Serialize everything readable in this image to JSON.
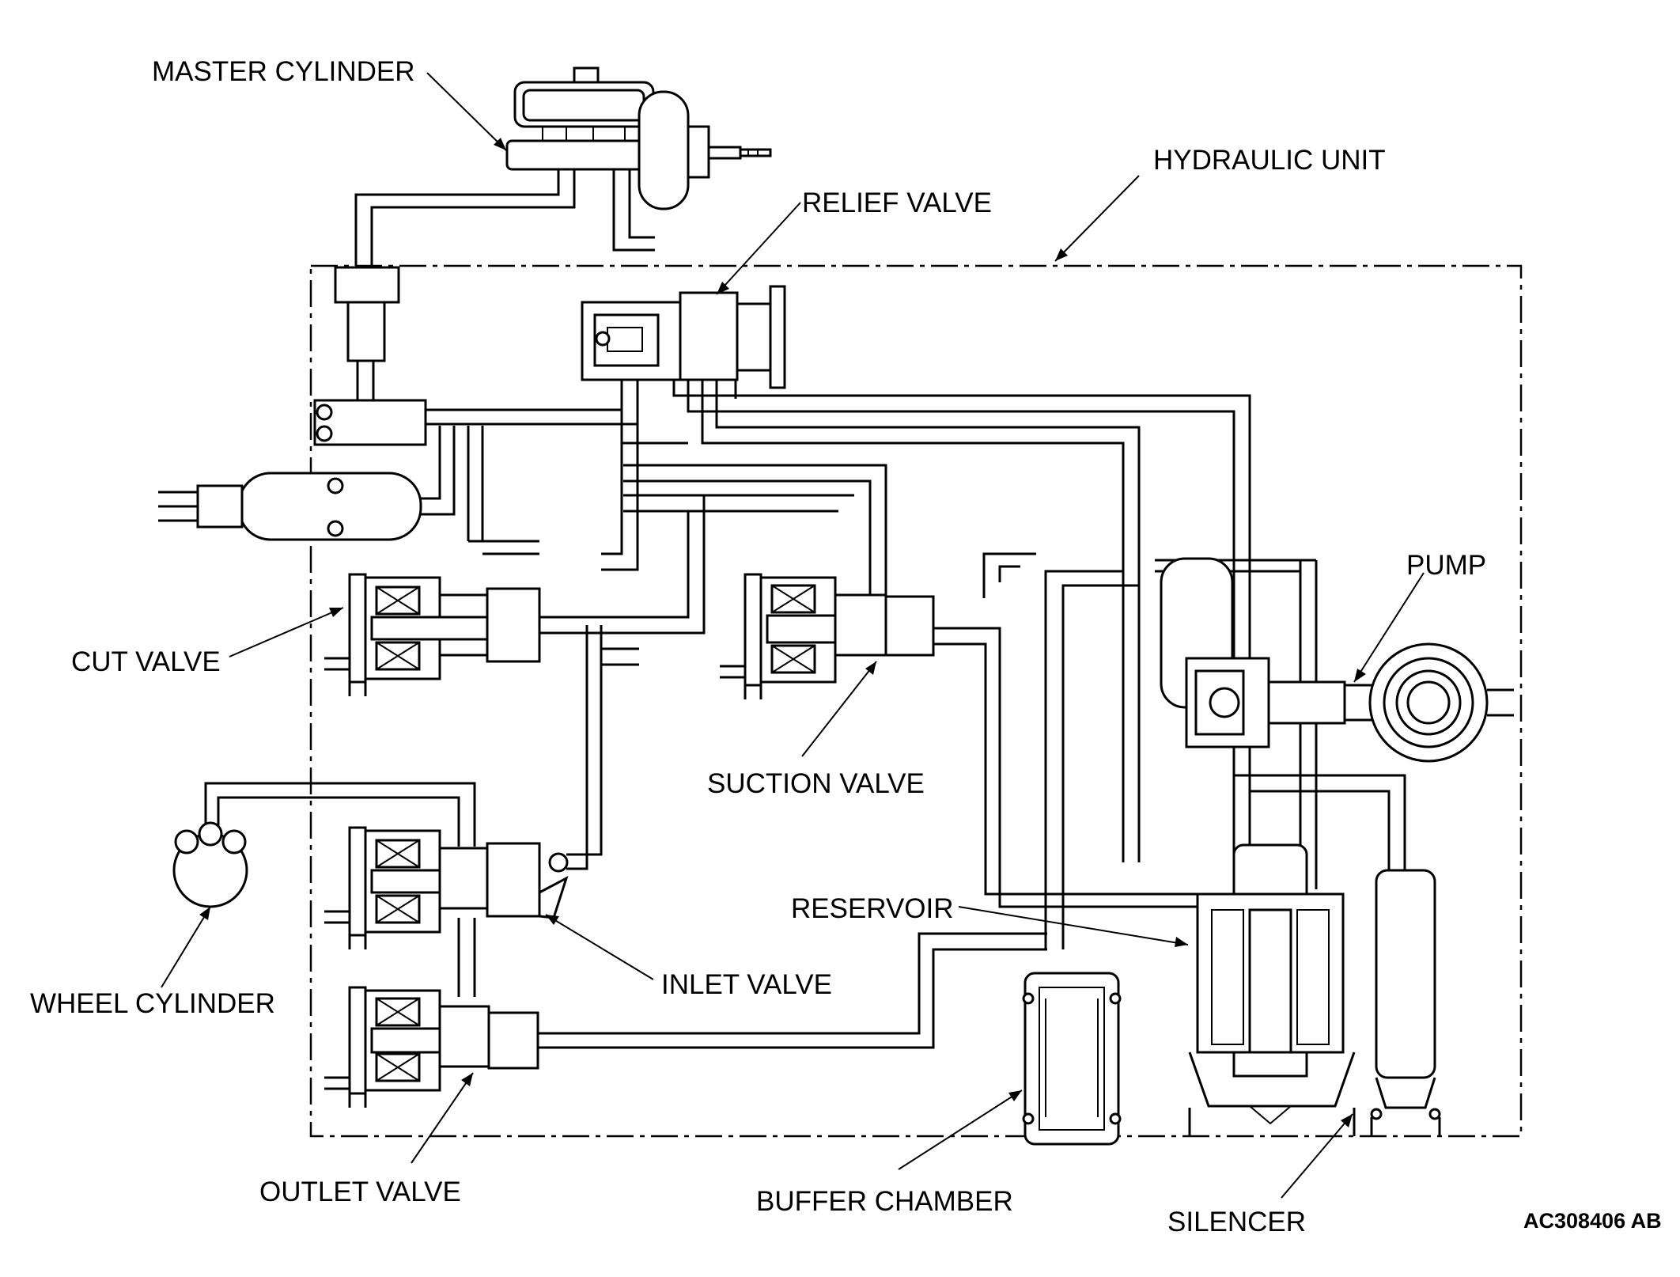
{
  "labels": {
    "master_cylinder": "MASTER CYLINDER",
    "hydraulic_unit": "HYDRAULIC UNIT",
    "relief_valve": "RELIEF VALVE",
    "pump": "PUMP",
    "cut_valve": "CUT VALVE",
    "suction_valve": "SUCTION VALVE",
    "reservoir": "RESERVOIR",
    "wheel_cylinder": "WHEEL CYLINDER",
    "inlet_valve": "INLET VALVE",
    "outlet_valve": "OUTLET VALVE",
    "buffer_chamber": "BUFFER CHAMBER",
    "silencer": "SILENCER"
  },
  "figure_code": "AC308406 AB"
}
